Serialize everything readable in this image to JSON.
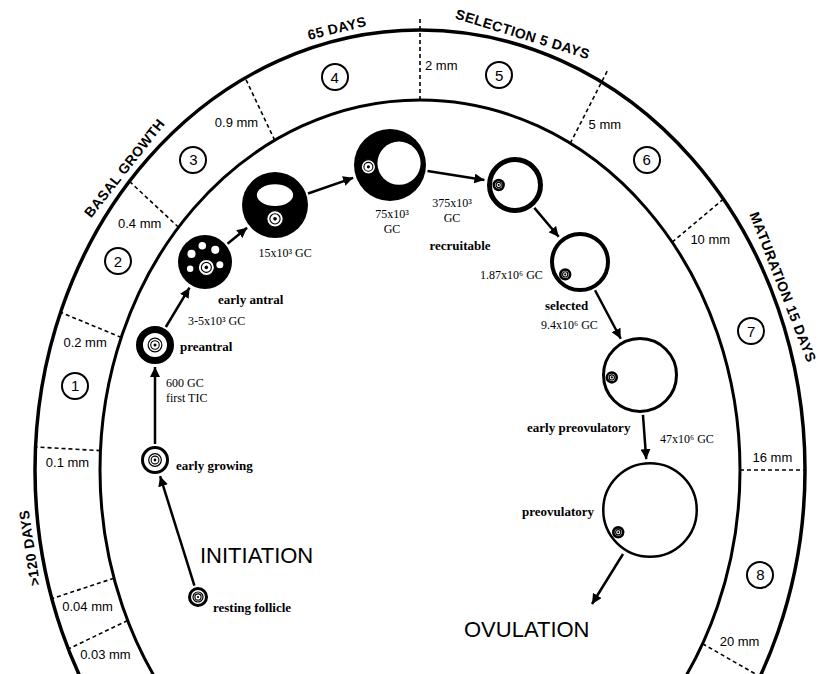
{
  "diagram": {
    "nodes": [
      {
        "text": [
          "1"
        ]
      },
      {
        "text": [
          "2"
        ]
      },
      {
        "text": [
          "3"
        ]
      },
      {
        "text": [
          "4"
        ]
      },
      {
        "text": [
          "5"
        ]
      },
      {
        "text": [
          "6"
        ]
      },
      {
        "text": [
          "7"
        ]
      },
      {
        "text": [
          "8"
        ]
      },
      {
        "text": [
          "resting follicle"
        ]
      },
      {
        "text": [
          "early growing",
          "600 GC first TIC"
        ]
      },
      {
        "text": [
          "preantral",
          "3-5x10³ GC"
        ]
      },
      {
        "text": [
          "early antral"
        ]
      },
      {
        "text": [
          "15x10³ GC"
        ]
      },
      {
        "text": [
          "75x10³ GC"
        ]
      },
      {
        "text": [
          "375x10³ GC",
          "recruitable"
        ]
      },
      {
        "text": [
          "1.87x10⁶ GC",
          "selected"
        ]
      },
      {
        "text": [
          "9.4x10⁶ GC",
          "early preovulatory"
        ]
      },
      {
        "text": [
          "47x10⁶ GC",
          "preovulatory"
        ]
      }
    ],
    "edges": [
      {
        "from": 8,
        "to": 9,
        "arrow": "to"
      },
      {
        "from": 9,
        "to": 10,
        "arrow": "to"
      },
      {
        "from": 10,
        "to": 11,
        "arrow": "to"
      },
      {
        "from": 11,
        "to": 12,
        "arrow": "to"
      },
      {
        "from": 12,
        "to": 13,
        "arrow": "to"
      },
      {
        "from": 13,
        "to": 14,
        "arrow": "to"
      },
      {
        "from": 14,
        "to": 15,
        "arrow": "to"
      },
      {
        "from": 15,
        "to": 16,
        "arrow": "to"
      },
      {
        "from": 16,
        "to": 17,
        "arrow": "to"
      }
    ],
    "labels": [
      ">120 DAYS",
      "BASAL GROWTH",
      "65 DAYS",
      "SELECTION 5 DAYS",
      "MATURATION 15 DAYS",
      "0.03 mm",
      "0.04 mm",
      "0.1 mm",
      "0.2 mm",
      "0.4 mm",
      "0.9 mm",
      "2 mm",
      "5 mm",
      "10 mm",
      "16 mm",
      "20 mm",
      "INITIATION",
      "OVULATION"
    ]
  }
}
